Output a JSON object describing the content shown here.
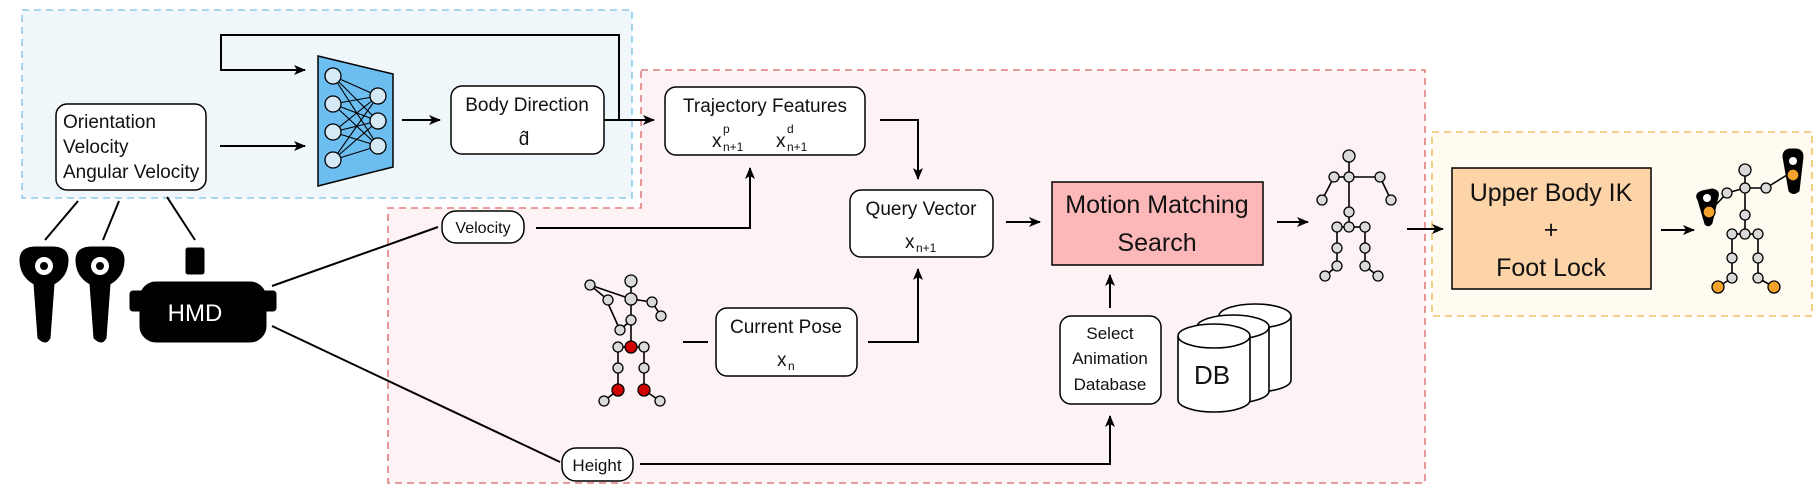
{
  "panels": {
    "direction": {
      "fill": "#f0f7fb",
      "stroke": "#8ec9ea"
    },
    "matching": {
      "fill": "#fdf3f4",
      "stroke": "#e07f7f"
    },
    "output": {
      "fill": "#fffbf0",
      "stroke": "#f0c267"
    }
  },
  "inputs": {
    "lines": [
      "Orientation",
      "Velocity",
      "Angular Velocity"
    ]
  },
  "network": {
    "fill": "#6cbdf0",
    "icon": "neural-network-icon"
  },
  "body_direction": {
    "title": "Body Direction",
    "symbol": "d̂"
  },
  "trajectory": {
    "title": "Trajectory Features",
    "terms": [
      {
        "base": "x",
        "sup": "p",
        "sub": "n+1"
      },
      {
        "base": "x",
        "sup": "d",
        "sub": "n+1"
      }
    ]
  },
  "velocity": {
    "label": "Velocity"
  },
  "height": {
    "label": "Height"
  },
  "current_pose": {
    "title": "Current Pose",
    "base": "x",
    "sub": "n"
  },
  "query_vector": {
    "title": "Query Vector",
    "base": "x",
    "sub": "n+1"
  },
  "motion_matching": {
    "lines": [
      "Motion Matching",
      "Search"
    ],
    "fill": "#fcb8b8"
  },
  "select_db": {
    "lines": [
      "Select",
      "Animation",
      "Database"
    ]
  },
  "db": {
    "label": "DB"
  },
  "hmd": {
    "label": "HMD"
  },
  "upper_ik": {
    "lines": [
      "Upper Body IK",
      "+",
      "Foot Lock"
    ],
    "fill": "#fdd3a8"
  }
}
